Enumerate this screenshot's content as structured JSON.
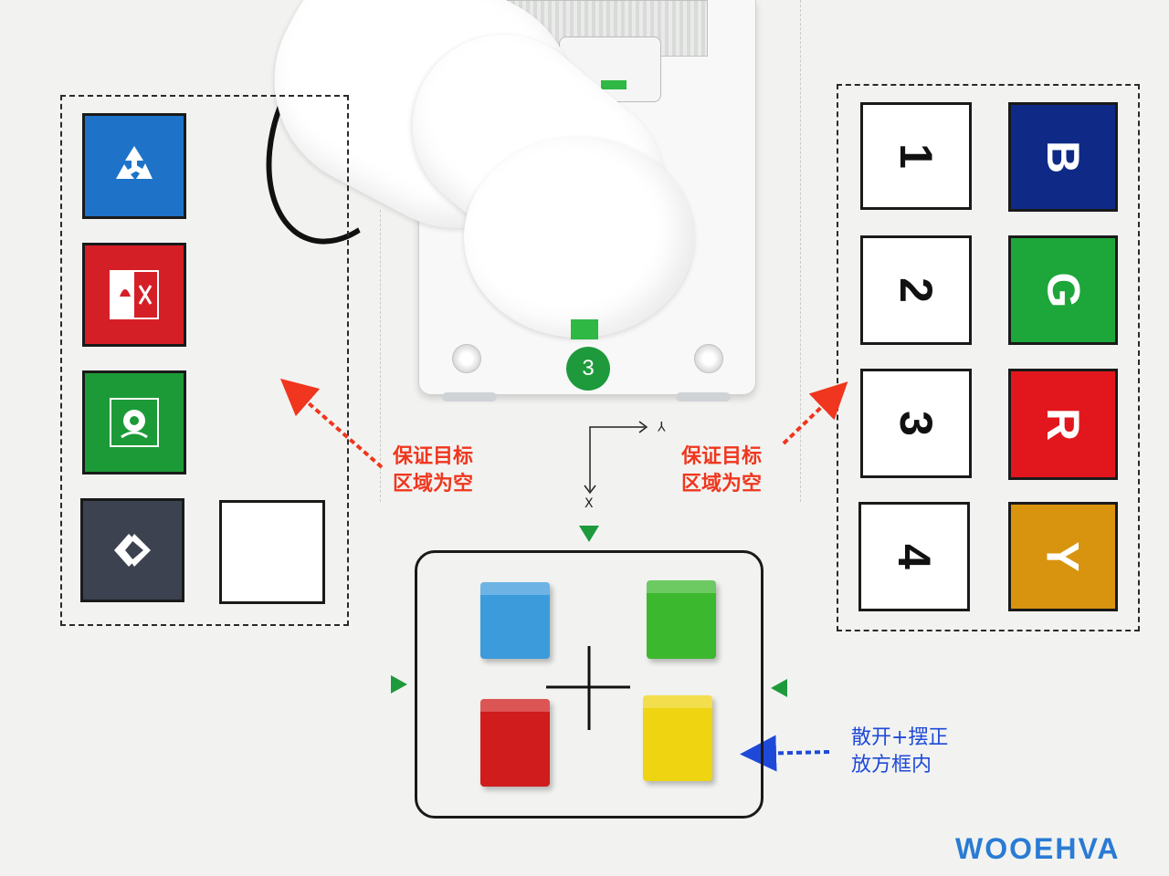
{
  "scene": {
    "robot_badge": "3",
    "axis": {
      "y_label": "Y",
      "x_label": "X"
    },
    "brand": "WOOEHVA"
  },
  "left_zone": {
    "tiles": [
      {
        "icon": "recycle-icon",
        "color": "#1e73c8"
      },
      {
        "icon": "hazardous-waste-icon",
        "color": "#d51f26"
      },
      {
        "icon": "kitchen-waste-icon",
        "color": "#1c9a37"
      },
      {
        "icon": "other-waste-icon",
        "color": "#3d4250"
      },
      {
        "icon": "empty-slot",
        "color": "#ffffff"
      }
    ],
    "note_line1": "保证目标",
    "note_line2": "区域为空"
  },
  "right_zone": {
    "number_tiles": [
      "1",
      "2",
      "3",
      "4"
    ],
    "letter_tiles": [
      {
        "label": "B",
        "color": "#0f2a86"
      },
      {
        "label": "G",
        "color": "#1da63a"
      },
      {
        "label": "R",
        "color": "#e2171d"
      },
      {
        "label": "Y",
        "color": "#d9940f"
      }
    ],
    "note_line1": "保证目标",
    "note_line2": "区域为空"
  },
  "placement": {
    "cubes": [
      {
        "name": "blue-cube",
        "color": "#3c9bdb"
      },
      {
        "name": "green-cube",
        "color": "#3cb82e"
      },
      {
        "name": "red-cube",
        "color": "#d01c1c"
      },
      {
        "name": "yellow-cube",
        "color": "#efd412"
      }
    ],
    "note_line1": "散开+摆正",
    "note_line2": "放方框内"
  },
  "colors": {
    "annotation_red": "#f0361e",
    "annotation_blue": "#1e49d8",
    "marker_green": "#1e9a3c"
  }
}
